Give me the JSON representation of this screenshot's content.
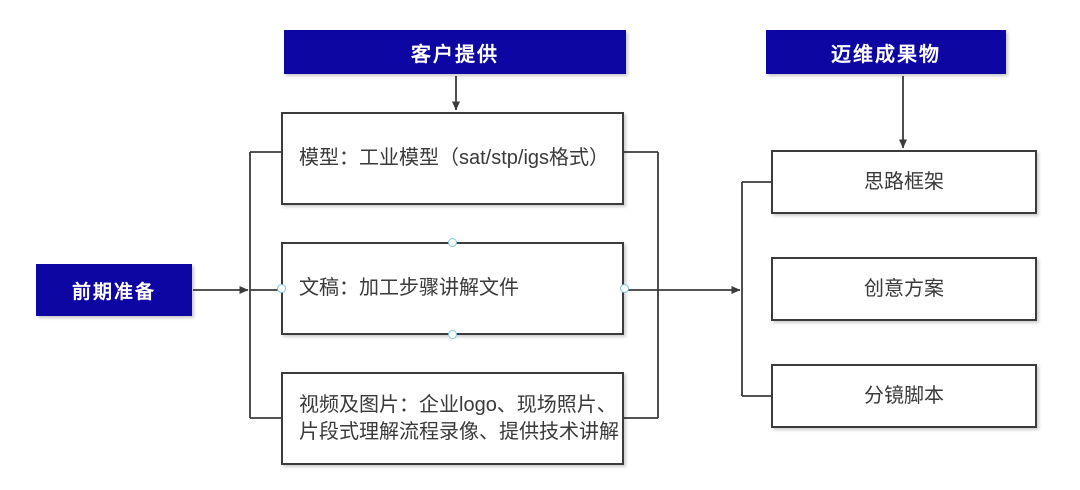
{
  "diagram": {
    "title_blocks": [
      {
        "id": "client-provided",
        "label": "客户提供"
      },
      {
        "id": "maiwei-deliverables",
        "label": "迈维成果物"
      }
    ],
    "start_block": {
      "id": "preparation",
      "label": "前期准备"
    },
    "client_items": [
      {
        "id": "model",
        "label": "模型：工业模型（sat/stp/igs格式）"
      },
      {
        "id": "document",
        "label": "文稿：加工步骤讲解文件",
        "selected": true
      },
      {
        "id": "media",
        "label": "视频及图片：企业logo、现场照片、片段式理解流程录像、提供技术讲解"
      }
    ],
    "deliverable_items": [
      {
        "id": "framework",
        "label": "思路框架"
      },
      {
        "id": "creative",
        "label": "创意方案"
      },
      {
        "id": "storyboard",
        "label": "分镜脚本"
      }
    ],
    "colors": {
      "brand_blue": "#0D06A3",
      "box_border": "#3B3B3B",
      "text_dark": "#3A3A3A",
      "connector": "#3B3B3B",
      "selection_handle": "#7FC6E8",
      "background": "#FFFFFF"
    }
  }
}
